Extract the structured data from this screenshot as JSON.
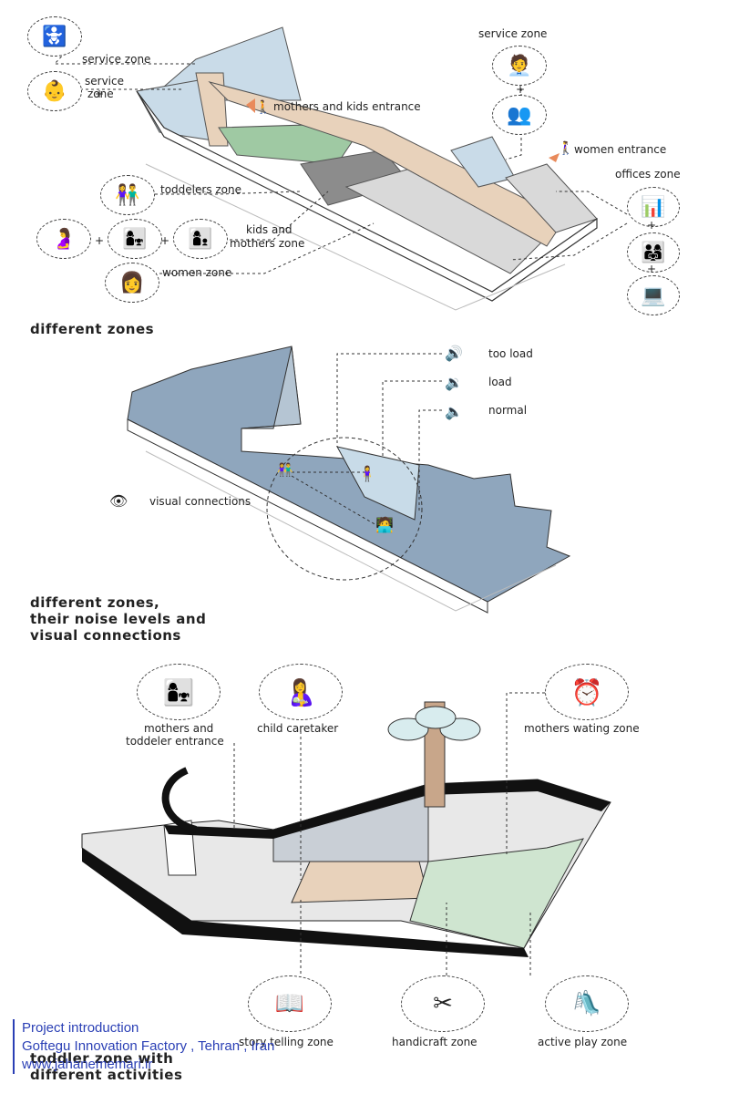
{
  "section1": {
    "title": "different zones",
    "labels": {
      "service_zone_1": "service zone",
      "service_zone_2_line1": "service",
      "service_zone_2_line2": "zone",
      "mothers_kids_entrance": "mothers and kids entrance",
      "service_zone_right": "service zone",
      "women_entrance": "women entrance",
      "offices_zone": "offices zone",
      "toddlers_zone": "toddelers zone",
      "kids_mothers_line1": "kids and",
      "kids_mothers_line2": "mothers zone",
      "women_zone": "women zone"
    },
    "plus": "+"
  },
  "section2": {
    "title_line1": "different zones,",
    "title_line2": "their noise levels and",
    "title_line3": "visual connections",
    "noise": [
      "too load",
      "load",
      "normal"
    ],
    "visual": "visual connections"
  },
  "section3": {
    "labels": {
      "mothers_toddler_line1": "mothers and",
      "mothers_toddler_line2": "toddeler entrance",
      "child_caretaker": "child caretaker",
      "mothers_waiting": "mothers wating zone",
      "story_telling": "story telling zone",
      "handicraft": "handicraft zone",
      "active_play": "active play zone"
    },
    "title_line1": "toddler zone with",
    "title_line2": "different activities"
  },
  "project": {
    "line1": "Project introduction",
    "line2": "Goftegu Innovation Factory , Tehran , Iran",
    "line3": "www.jahanememari.ir"
  },
  "colors": {
    "service_blue": "#c9dbe8",
    "circulation_tan": "#e8d2bb",
    "toddler_green": "#9fc9a3",
    "kids_dark": "#8c8c8c",
    "women_light": "#d9d9d9",
    "noise_blue": "#8fa6bd",
    "accent_link": "#2a3fb5"
  }
}
